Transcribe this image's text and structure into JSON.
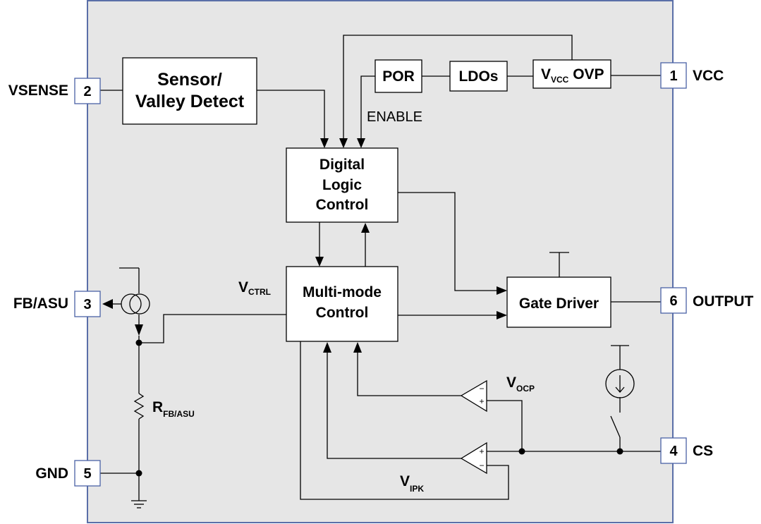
{
  "blocks": {
    "sensor_line1": "Sensor/",
    "sensor_line2": "Valley Detect",
    "por": "POR",
    "ldos": "LDOs",
    "vcc_ovp_main": "V",
    "vcc_ovp_sub": "VCC",
    "vcc_ovp_suffix": " OVP",
    "digital_line1": "Digital",
    "digital_line2": "Logic",
    "digital_line3": "Control",
    "multimode_line1": "Multi-mode",
    "multimode_line2": "Control",
    "gate_driver": "Gate Driver"
  },
  "pins": [
    {
      "number": "2",
      "name": "VSENSE"
    },
    {
      "number": "3",
      "name": "FB/ASU"
    },
    {
      "number": "5",
      "name": "GND"
    },
    {
      "number": "1",
      "name": "VCC"
    },
    {
      "number": "6",
      "name": "OUTPUT"
    },
    {
      "number": "4",
      "name": "CS"
    }
  ],
  "signals": {
    "enable": "ENABLE",
    "vctrl_main": "V",
    "vctrl_sub": "CTRL",
    "vocp_main": "V",
    "vocp_sub": "OCP",
    "vipk_main": "V",
    "vipk_sub": "IPK",
    "rfb_main": "R",
    "rfb_sub": "FB/ASU"
  },
  "comparator_signs": {
    "minus": "−",
    "plus": "+"
  },
  "colors": {
    "die_fill": "#e6e6e6",
    "die_border": "#5a6fa8",
    "pin_border": "#4a62a6"
  }
}
